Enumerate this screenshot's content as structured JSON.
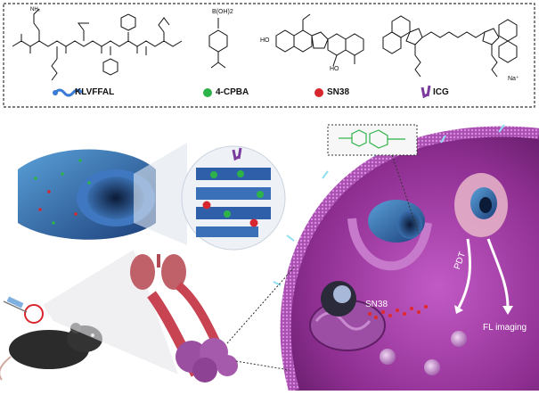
{
  "legend": {
    "peptide": "KLVFFAL",
    "cpba": "4-CPBA",
    "sn38": "SN38",
    "icg": "ICG"
  },
  "structures": {
    "boronic_label": "B(OH)2",
    "sn38_ho": "HO",
    "sn38_oh": "HO",
    "icg_na": "Na⁺"
  },
  "scene": {
    "sn38_release": "SN38",
    "pdt": "PDT",
    "fl_imaging": "FL imaging"
  },
  "colors": {
    "cell_purple": "#8a2f8c",
    "cell_light": "#d06ad0",
    "tube_blue": "#2f5fa8",
    "cpba_green": "#2db34a",
    "sn38_red": "#d8262e",
    "icg_purple": "#7a3b9e"
  }
}
